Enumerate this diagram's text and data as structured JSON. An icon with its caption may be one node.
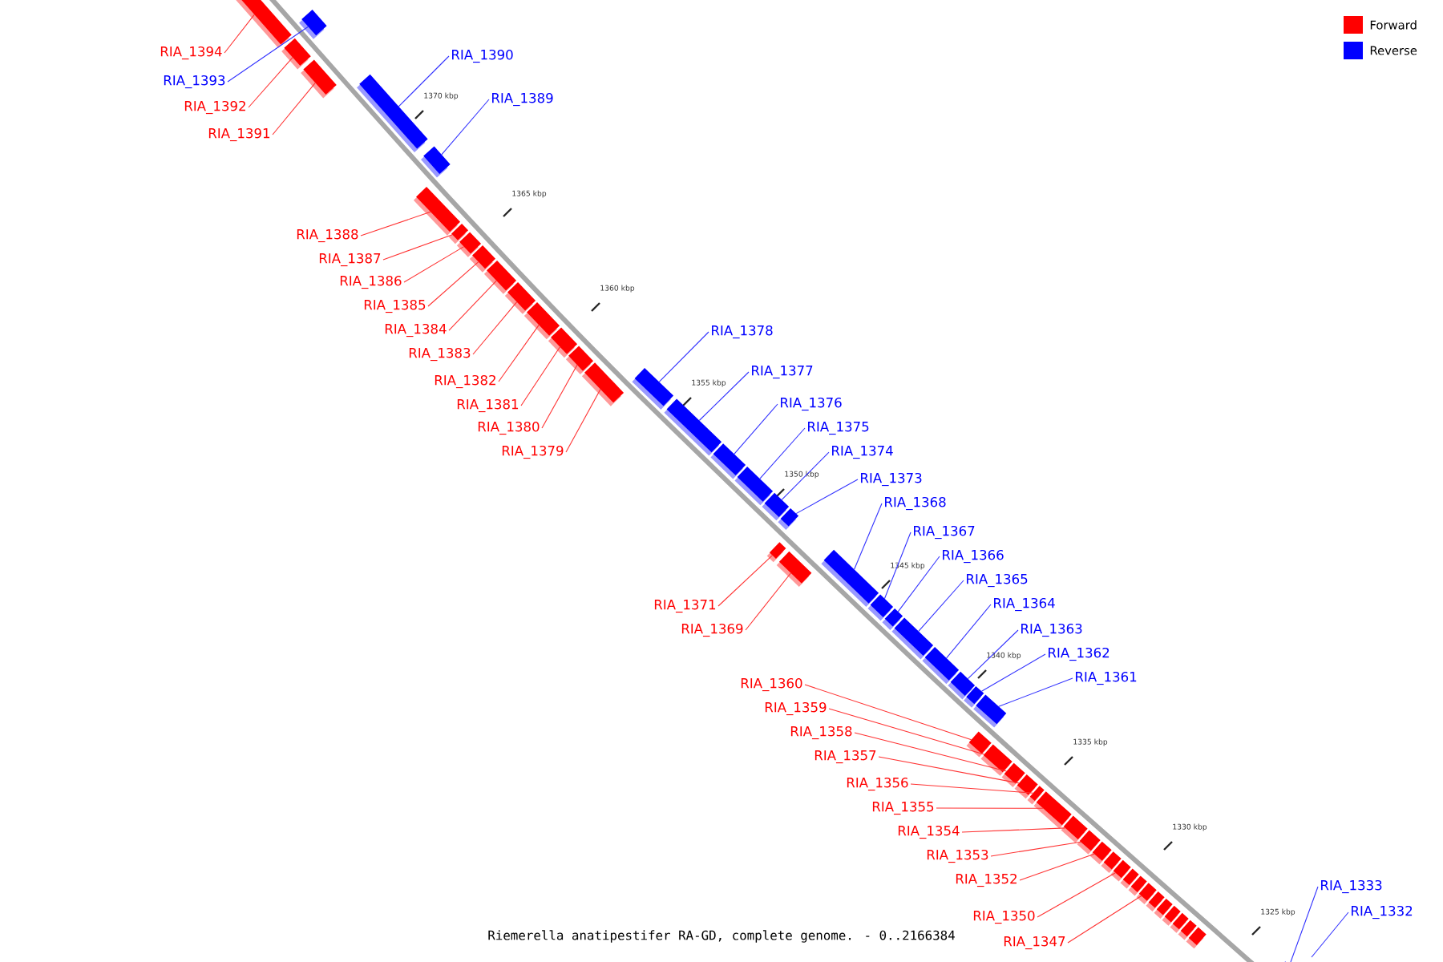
{
  "diagram": {
    "caption": "Riemerella anatipestifer RA-GD, complete genome. - 0..2166384",
    "nodes": [
      {
        "text": [
          "RIA_1394"
        ]
      },
      {
        "text": [],
        "shape": "bar"
      },
      {
        "text": [
          "RIA_1393"
        ]
      },
      {
        "text": [],
        "shape": "bar"
      },
      {
        "text": [
          "RIA_1392"
        ]
      },
      {
        "text": [],
        "shape": "bar"
      },
      {
        "text": [
          "RIA_1391"
        ]
      },
      {
        "text": [],
        "shape": "bar"
      },
      {
        "text": [
          "RIA_1390"
        ]
      },
      {
        "text": [],
        "shape": "bar"
      },
      {
        "text": [
          "RIA_1389"
        ]
      },
      {
        "text": [],
        "shape": "bar"
      },
      {
        "text": [
          "RIA_1388"
        ]
      },
      {
        "text": [],
        "shape": "bar"
      },
      {
        "text": [
          "RIA_1387"
        ]
      },
      {
        "text": [],
        "shape": "bar"
      },
      {
        "text": [
          "RIA_1386"
        ]
      },
      {
        "text": [],
        "shape": "bar"
      },
      {
        "text": [
          "RIA_1385"
        ]
      },
      {
        "text": [],
        "shape": "bar"
      },
      {
        "text": [
          "RIA_1384"
        ]
      },
      {
        "text": [],
        "shape": "bar"
      },
      {
        "text": [
          "RIA_1383"
        ]
      },
      {
        "text": [],
        "shape": "bar"
      },
      {
        "text": [
          "RIA_1382"
        ]
      },
      {
        "text": [],
        "shape": "bar"
      },
      {
        "text": [
          "RIA_1381"
        ]
      },
      {
        "text": [],
        "shape": "bar"
      },
      {
        "text": [
          "RIA_1380"
        ]
      },
      {
        "text": [],
        "shape": "bar"
      },
      {
        "text": [
          "RIA_1379"
        ]
      },
      {
        "text": [],
        "shape": "bar"
      },
      {
        "text": [
          "RIA_1378"
        ]
      },
      {
        "text": [],
        "shape": "bar"
      },
      {
        "text": [
          "RIA_1377"
        ]
      },
      {
        "text": [],
        "shape": "bar"
      },
      {
        "text": [
          "RIA_1376"
        ]
      },
      {
        "text": [],
        "shape": "bar"
      },
      {
        "text": [
          "RIA_1375"
        ]
      },
      {
        "text": [],
        "shape": "bar"
      },
      {
        "text": [
          "RIA_1374"
        ]
      },
      {
        "text": [],
        "shape": "bar"
      },
      {
        "text": [
          "RIA_1373"
        ]
      },
      {
        "text": [],
        "shape": "bar"
      },
      {
        "text": [
          "RIA_1371"
        ]
      },
      {
        "text": [],
        "shape": "bar"
      },
      {
        "text": [
          "RIA_1369"
        ]
      },
      {
        "text": [],
        "shape": "bar"
      },
      {
        "text": [
          "RIA_1368"
        ]
      },
      {
        "text": [],
        "shape": "bar"
      },
      {
        "text": [
          "RIA_1367"
        ]
      },
      {
        "text": [],
        "shape": "bar"
      },
      {
        "text": [
          "RIA_1366"
        ]
      },
      {
        "text": [],
        "shape": "bar"
      },
      {
        "text": [
          "RIA_1365"
        ]
      },
      {
        "text": [],
        "shape": "bar"
      },
      {
        "text": [
          "RIA_1364"
        ]
      },
      {
        "text": [],
        "shape": "bar"
      },
      {
        "text": [
          "RIA_1363"
        ]
      },
      {
        "text": [],
        "shape": "bar"
      },
      {
        "text": [
          "RIA_1362"
        ]
      },
      {
        "text": [],
        "shape": "bar"
      },
      {
        "text": [
          "RIA_1361"
        ]
      },
      {
        "text": [],
        "shape": "bar"
      },
      {
        "text": [
          "RIA_1360"
        ]
      },
      {
        "text": [],
        "shape": "bar"
      },
      {
        "text": [
          "RIA_1359"
        ]
      },
      {
        "text": [],
        "shape": "bar"
      },
      {
        "text": [
          "RIA_1358"
        ]
      },
      {
        "text": [],
        "shape": "bar"
      },
      {
        "text": [
          "RIA_1357"
        ]
      },
      {
        "text": [],
        "shape": "bar"
      },
      {
        "text": [
          "RIA_1356"
        ]
      },
      {
        "text": [],
        "shape": "bar"
      },
      {
        "text": [
          "RIA_1355"
        ]
      },
      {
        "text": [],
        "shape": "bar"
      },
      {
        "text": [
          "RIA_1354"
        ]
      },
      {
        "text": [],
        "shape": "bar"
      },
      {
        "text": [
          "RIA_1353"
        ]
      },
      {
        "text": [],
        "shape": "bar"
      },
      {
        "text": [
          "RIA_1352"
        ]
      },
      {
        "text": [],
        "shape": "bar"
      },
      {
        "text": [],
        "shape": "bar"
      },
      {
        "text": [
          "RIA_1350"
        ]
      },
      {
        "text": [],
        "shape": "bar"
      },
      {
        "text": [],
        "shape": "bar"
      },
      {
        "text": [],
        "shape": "bar"
      },
      {
        "text": [
          "RIA_1347"
        ]
      },
      {
        "text": [],
        "shape": "bar"
      },
      {
        "text": [],
        "shape": "bar"
      },
      {
        "text": [],
        "shape": "bar"
      },
      {
        "text": [],
        "shape": "bar"
      },
      {
        "text": [],
        "shape": "bar"
      },
      {
        "text": [],
        "shape": "bar"
      },
      {
        "text": [],
        "shape": "bar"
      },
      {
        "text": [
          "RIA_1333"
        ]
      },
      {
        "text": [],
        "shape": "bar"
      },
      {
        "text": [
          "RIA_1332"
        ]
      }
    ],
    "edges": [
      {
        "from": 0,
        "to": 1,
        "arrow": "none"
      },
      {
        "from": 2,
        "to": 3,
        "arrow": "none",
        "color": "#3333ff"
      },
      {
        "from": 4,
        "to": 5,
        "arrow": "none"
      },
      {
        "from": 6,
        "to": 7,
        "arrow": "none"
      },
      {
        "from": 8,
        "to": 9,
        "arrow": "none",
        "color": "#3333ff"
      },
      {
        "from": 10,
        "to": 11,
        "arrow": "none",
        "color": "#3333ff"
      },
      {
        "from": 12,
        "to": 13,
        "arrow": "none"
      },
      {
        "from": 14,
        "to": 15,
        "arrow": "none"
      },
      {
        "from": 16,
        "to": 17,
        "arrow": "none"
      },
      {
        "from": 18,
        "to": 19,
        "arrow": "none"
      },
      {
        "from": 20,
        "to": 21,
        "arrow": "none"
      },
      {
        "from": 22,
        "to": 23,
        "arrow": "none"
      },
      {
        "from": 24,
        "to": 25,
        "arrow": "none"
      },
      {
        "from": 26,
        "to": 27,
        "arrow": "none"
      },
      {
        "from": 28,
        "to": 29,
        "arrow": "none"
      },
      {
        "from": 30,
        "to": 31,
        "arrow": "none"
      },
      {
        "from": 32,
        "to": 33,
        "arrow": "none",
        "color": "#3333ff"
      },
      {
        "from": 34,
        "to": 35,
        "arrow": "none",
        "color": "#3333ff"
      },
      {
        "from": 36,
        "to": 37,
        "arrow": "none",
        "color": "#3333ff"
      },
      {
        "from": 38,
        "to": 39,
        "arrow": "none",
        "color": "#3333ff"
      },
      {
        "from": 40,
        "to": 41,
        "arrow": "none",
        "color": "#3333ff"
      },
      {
        "from": 42,
        "to": 43,
        "arrow": "none",
        "color": "#3333ff"
      },
      {
        "from": 44,
        "to": 45,
        "arrow": "none"
      },
      {
        "from": 46,
        "to": 47,
        "arrow": "none"
      },
      {
        "from": 48,
        "to": 49,
        "arrow": "none",
        "color": "#3333ff"
      },
      {
        "from": 50,
        "to": 51,
        "arrow": "none",
        "color": "#3333ff"
      },
      {
        "from": 52,
        "to": 53,
        "arrow": "none",
        "color": "#3333ff"
      },
      {
        "from": 54,
        "to": 55,
        "arrow": "none",
        "color": "#3333ff"
      },
      {
        "from": 56,
        "to": 57,
        "arrow": "none",
        "color": "#3333ff"
      },
      {
        "from": 58,
        "to": 59,
        "arrow": "none",
        "color": "#3333ff"
      },
      {
        "from": 60,
        "to": 61,
        "arrow": "none",
        "color": "#3333ff"
      },
      {
        "from": 62,
        "to": 63,
        "arrow": "none",
        "color": "#3333ff"
      },
      {
        "from": 64,
        "to": 65,
        "arrow": "none"
      },
      {
        "from": 66,
        "to": 67,
        "arrow": "none"
      },
      {
        "from": 68,
        "to": 69,
        "arrow": "none"
      },
      {
        "from": 70,
        "to": 71,
        "arrow": "none"
      },
      {
        "from": 72,
        "to": 73,
        "arrow": "none"
      },
      {
        "from": 74,
        "to": 75,
        "arrow": "none"
      },
      {
        "from": 76,
        "to": 77,
        "arrow": "none"
      },
      {
        "from": 78,
        "to": 79,
        "arrow": "none"
      },
      {
        "from": 80,
        "to": 81,
        "arrow": "none"
      },
      {
        "from": 83,
        "to": 84,
        "arrow": "none"
      },
      {
        "from": 87,
        "to": 88,
        "arrow": "none"
      },
      {
        "from": 95,
        "to": 96,
        "arrow": "none",
        "color": "#3333ff"
      },
      {
        "from": 97,
        "to": null,
        "arrow": "none",
        "color": "#3333ff"
      }
    ],
    "labels": [
      "1370 kbp",
      "1365 kbp",
      "1360 kbp",
      "1355 kbp",
      "1350 kbp",
      "1345 kbp",
      "1340 kbp",
      "1335 kbp",
      "1330 kbp",
      "1325 kbp"
    ],
    "legend": [
      {
        "text": "Forward",
        "color": "#ff0000"
      },
      {
        "text": "Reverse",
        "color": "#0000ff"
      }
    ]
  }
}
